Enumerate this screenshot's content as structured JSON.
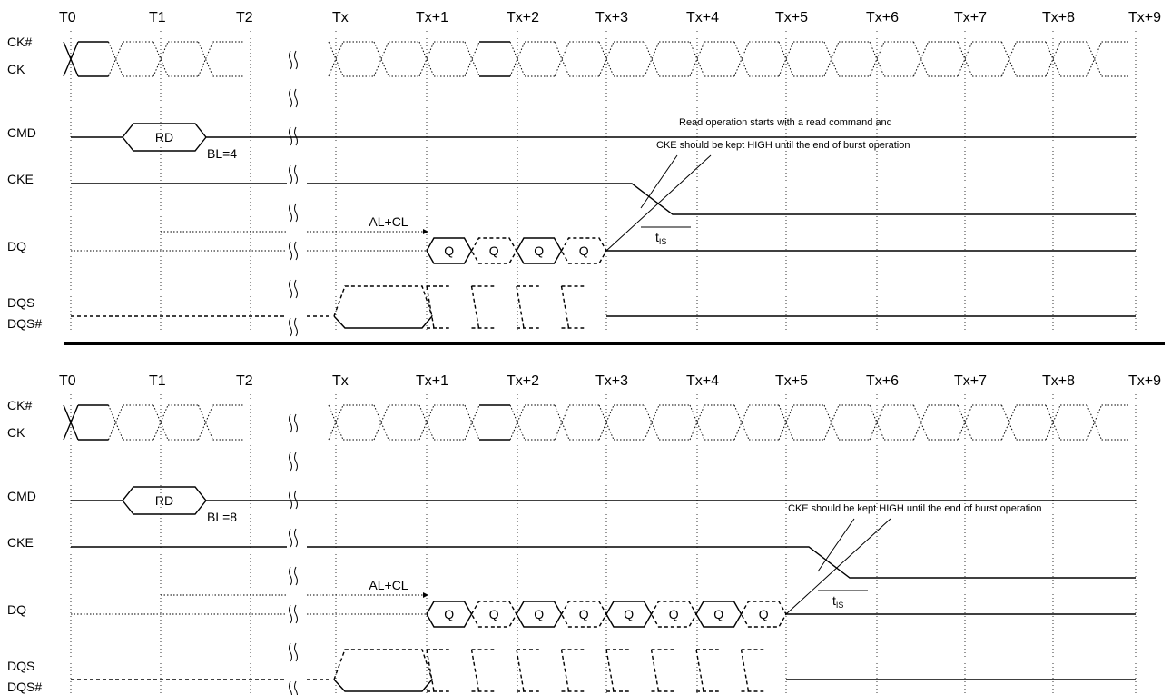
{
  "diagrams": [
    {
      "id": "bl4",
      "ticks": [
        "T0",
        "T1",
        "T2",
        "Tx",
        "Tx+1",
        "Tx+2",
        "Tx+3",
        "Tx+4",
        "Tx+5",
        "Tx+6",
        "Tx+7",
        "Tx+8",
        "Tx+9"
      ],
      "signals": {
        "ck_n": "CK#",
        "ck": "CK",
        "cmd": "CMD",
        "cke": "CKE",
        "dq": "DQ",
        "dqs": "DQS",
        "dqs_n": "DQS#"
      },
      "command": "RD",
      "burst_label": "BL=4",
      "latency_label": "AL+CL",
      "data_label": "Q",
      "data_count": 4,
      "tis_label": "t",
      "tis_sub": "IS",
      "notes": [
        "Read operation starts with a read command and",
        "CKE should be kept HIGH until the end of burst operation"
      ]
    },
    {
      "id": "bl8",
      "ticks": [
        "T0",
        "T1",
        "T2",
        "Tx",
        "Tx+1",
        "Tx+2",
        "Tx+3",
        "Tx+4",
        "Tx+5",
        "Tx+6",
        "Tx+7",
        "Tx+8",
        "Tx+9"
      ],
      "signals": {
        "ck_n": "CK#",
        "ck": "CK",
        "cmd": "CMD",
        "cke": "CKE",
        "dq": "DQ",
        "dqs": "DQS",
        "dqs_n": "DQS#"
      },
      "command": "RD",
      "burst_label": "BL=8",
      "latency_label": "AL+CL",
      "data_label": "Q",
      "data_count": 8,
      "tis_label": "t",
      "tis_sub": "IS",
      "notes": [
        "CKE should be kept HIGH until the end of burst operation"
      ]
    }
  ]
}
